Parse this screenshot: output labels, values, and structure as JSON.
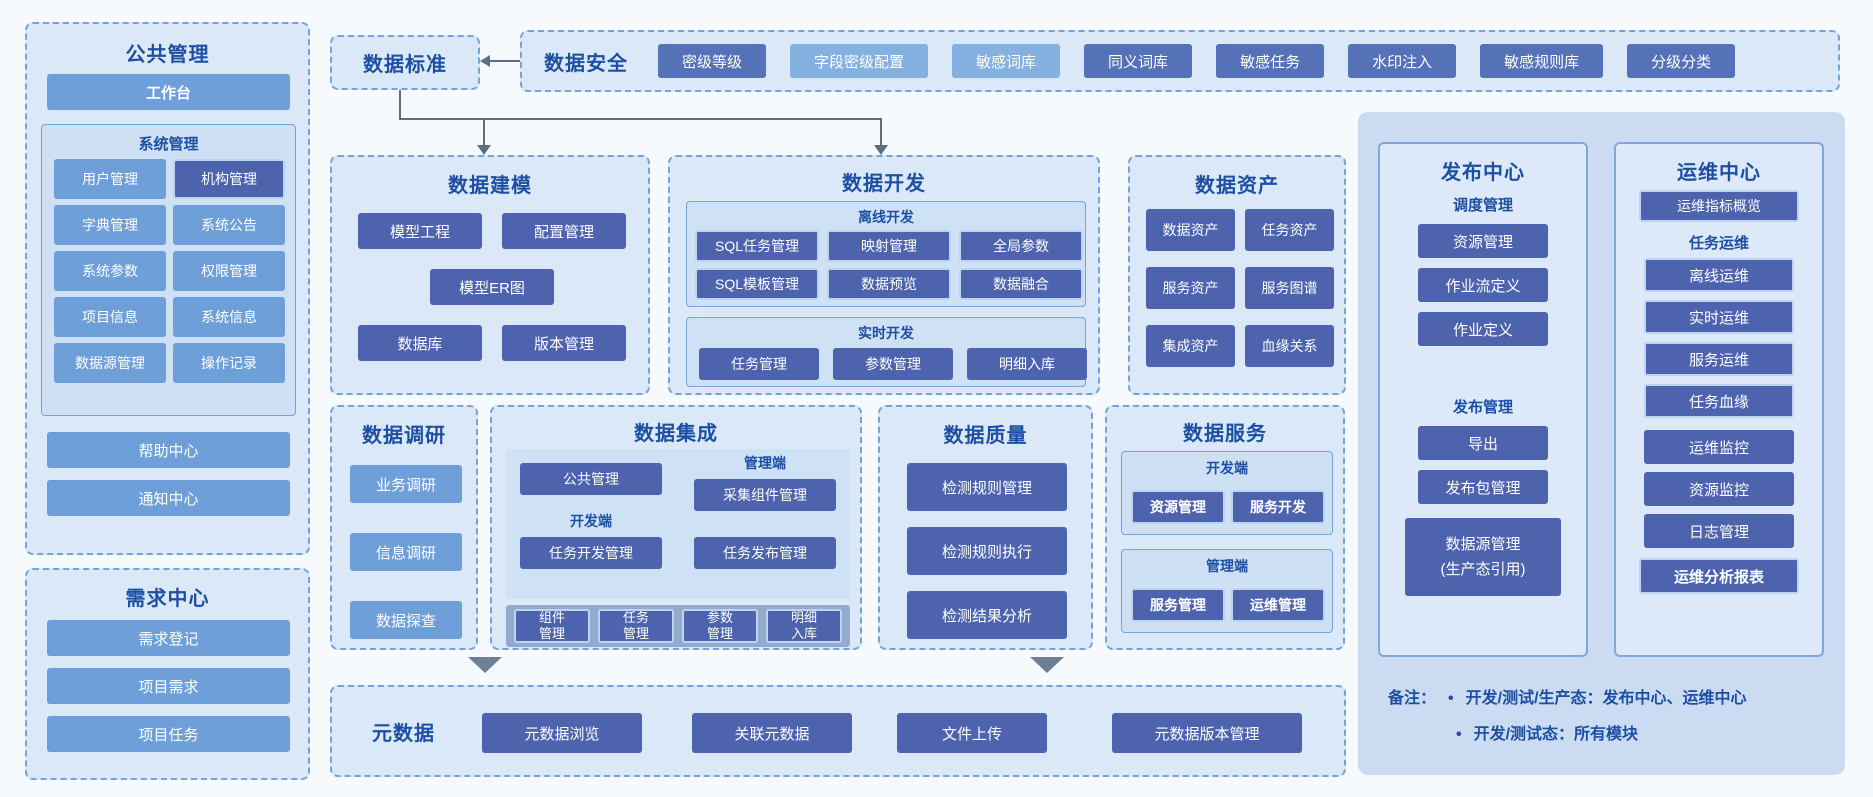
{
  "left": {
    "public": {
      "title": "公共管理",
      "workbench": "工作台",
      "system": {
        "label": "系统管理",
        "items": [
          "用户管理",
          "机构管理",
          "字典管理",
          "系统公告",
          "系统参数",
          "权限管理",
          "项目信息",
          "系统信息",
          "数据源管理",
          "操作记录"
        ]
      },
      "help": "帮助中心",
      "notify": "通知中心"
    },
    "demand": {
      "title": "需求中心",
      "items": [
        "需求登记",
        "项目需求",
        "项目任务"
      ]
    }
  },
  "standard": {
    "title": "数据标准"
  },
  "security": {
    "title": "数据安全",
    "items": [
      "密级等级",
      "字段密级配置",
      "敏感词库",
      "同义词库",
      "敏感任务",
      "水印注入",
      "敏感规则库",
      "分级分类"
    ]
  },
  "modeling": {
    "title": "数据建模",
    "items": [
      "模型工程",
      "配置管理",
      "模型ER图",
      "数据库",
      "版本管理"
    ]
  },
  "development": {
    "title": "数据开发",
    "offline": {
      "label": "离线开发",
      "items": [
        "SQL任务管理",
        "映射管理",
        "全局参数",
        "SQL模板管理",
        "数据预览",
        "数据融合"
      ]
    },
    "realtime": {
      "label": "实时开发",
      "items": [
        "任务管理",
        "参数管理",
        "明细入库"
      ]
    }
  },
  "assets": {
    "title": "数据资产",
    "items": [
      "数据资产",
      "任务资产",
      "服务资产",
      "服务图谱",
      "集成资产",
      "血缘关系"
    ]
  },
  "research": {
    "title": "数据调研",
    "items": [
      "业务调研",
      "信息调研",
      "数据探查"
    ]
  },
  "integration": {
    "title": "数据集成",
    "public_btn": "公共管理",
    "mgmt_label": "管理端",
    "collector": "采集组件管理",
    "dev_label": "开发端",
    "task_dev": "任务开发管理",
    "task_publish": "任务发布管理",
    "bottom_items": [
      "组件管理",
      "任务管理",
      "参数管理",
      "明细入库"
    ]
  },
  "quality": {
    "title": "数据质量",
    "items": [
      "检测规则管理",
      "检测规则执行",
      "检测结果分析"
    ]
  },
  "service": {
    "title": "数据服务",
    "dev": {
      "label": "开发端",
      "items": [
        "资源管理",
        "服务开发"
      ]
    },
    "mgmt": {
      "label": "管理端",
      "items": [
        "服务管理",
        "运维管理"
      ]
    }
  },
  "metadata": {
    "title": "元数据",
    "items": [
      "元数据浏览",
      "关联元数据",
      "文件上传",
      "元数据版本管理"
    ]
  },
  "release": {
    "title": "发布中心",
    "schedule": {
      "label": "调度管理",
      "items": [
        "资源管理",
        "作业流定义",
        "作业定义"
      ]
    },
    "publish": {
      "label": "发布管理",
      "items": [
        "导出",
        "发布包管理"
      ]
    },
    "datasource": {
      "line1": "数据源管理",
      "line2": "(生产态引用)"
    }
  },
  "ops": {
    "title": "运维中心",
    "overview": "运维指标概览",
    "task_label": "任务运维",
    "task_items": [
      "离线运维",
      "实时运维",
      "服务运维",
      "任务血缘"
    ],
    "monitor_items": [
      "运维监控",
      "资源监控",
      "日志管理"
    ],
    "report": "运维分析报表"
  },
  "note": {
    "label": "备注：",
    "bullet": "•",
    "items": [
      "开发/测试/生产态：发布中心、运维中心",
      "开发/测试态：所有模块"
    ]
  },
  "colors": {
    "accent": "#1d4fa3",
    "btn_mid": "#6f9fd9",
    "btn_dark": "#4d63ae",
    "btn_slate": "#5571b7",
    "btn_light": "#85b1e0"
  }
}
